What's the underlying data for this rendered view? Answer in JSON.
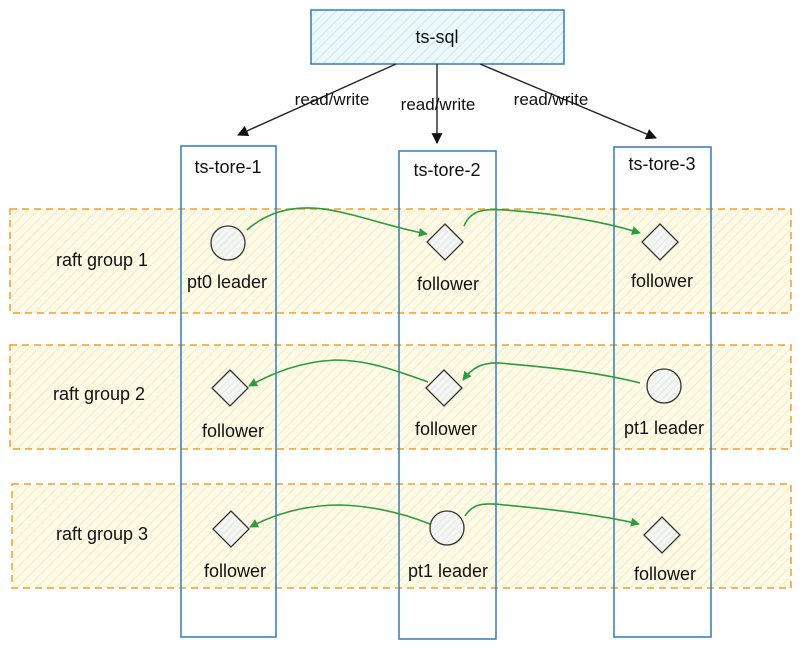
{
  "sql_node": {
    "label": "ts-sql"
  },
  "read_write_labels": [
    "read/write",
    "read/write",
    "read/write"
  ],
  "stores": [
    {
      "label": "ts-tore-1"
    },
    {
      "label": "ts-tore-2"
    },
    {
      "label": "ts-tore-3"
    }
  ],
  "raft_groups": [
    {
      "label": "raft group 1",
      "nodes": [
        {
          "role": "pt0 leader",
          "shape": "circle"
        },
        {
          "role": "follower",
          "shape": "diamond"
        },
        {
          "role": "follower",
          "shape": "diamond"
        }
      ]
    },
    {
      "label": "raft group 2",
      "nodes": [
        {
          "role": "follower",
          "shape": "diamond"
        },
        {
          "role": "follower",
          "shape": "diamond"
        },
        {
          "role": "pt1 leader",
          "shape": "circle"
        }
      ]
    },
    {
      "label": "raft group 3",
      "nodes": [
        {
          "role": "follower",
          "shape": "diamond"
        },
        {
          "role": "pt1 leader",
          "shape": "circle"
        },
        {
          "role": "follower",
          "shape": "diamond"
        }
      ]
    }
  ],
  "colors": {
    "group_border": "#f0a030",
    "group_fill": "#fdf9e6",
    "store_border": "#2f7cc1",
    "sql_border": "#2f7cc1",
    "sql_fill": "#eaf7fb",
    "replication_arrow": "#2c9c3c",
    "node_fill": "#f1f3f1",
    "node_stroke": "#333333"
  }
}
